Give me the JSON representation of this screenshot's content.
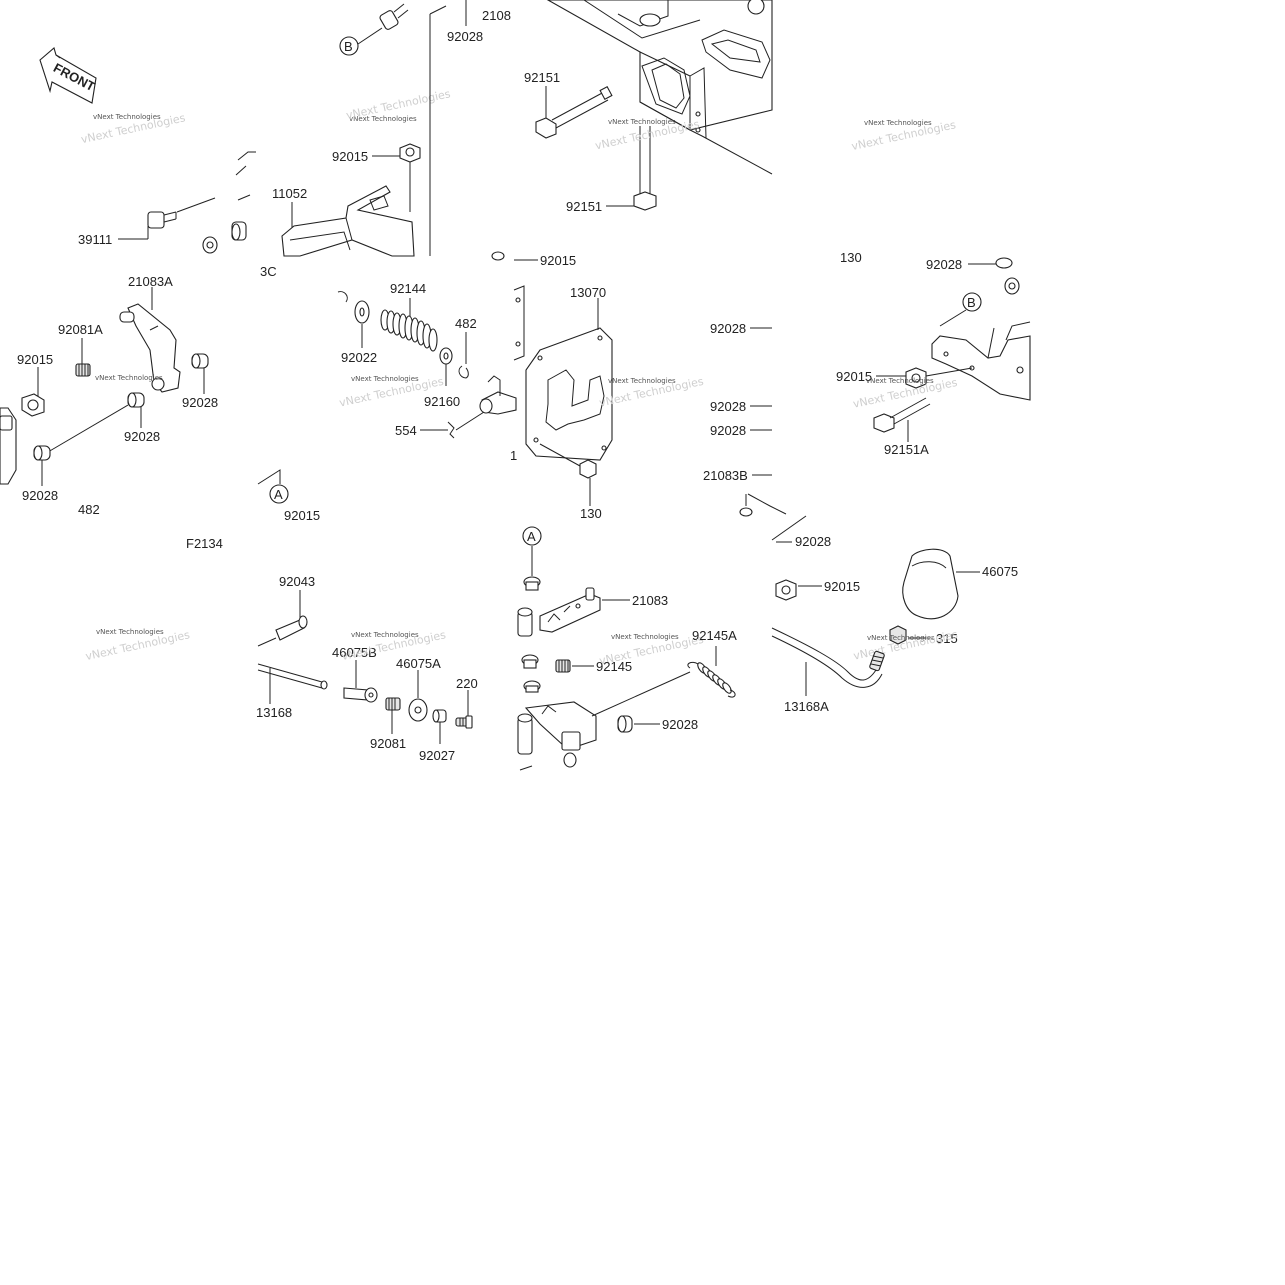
{
  "diagram": {
    "figure_code": "F2134",
    "front_label": "FRONT",
    "watermark": "vNext Technologies",
    "callouts": {
      "A": "A",
      "B": "B"
    },
    "part_labels": {
      "p92028_top": "92028",
      "p2108_top": "2108",
      "p92151_a": "92151",
      "p92151_b": "92151",
      "p92015_a": "92015",
      "p11052": "11052",
      "p39111": "39111",
      "p13c": "3C",
      "p92015_b": "92015",
      "p130_top": "130",
      "p92028_r1": "92028",
      "p21083a": "21083A",
      "p92081a": "92081A",
      "p92015_c": "92015",
      "p92028_l1": "92028",
      "p92028_l2": "92028",
      "p92028_l3": "92028",
      "p482_l": "482",
      "p92144": "92144",
      "p92022": "92022",
      "p482_m": "482",
      "p92160": "92160",
      "p554": "554",
      "p13070": "13070",
      "p130_bot": "130",
      "p92028_m1": "92028",
      "p92028_m2": "92028",
      "p92028_m3": "92028",
      "p21083b": "21083B",
      "p92015_d": "92015",
      "p92151a": "92151A",
      "p92015_e": "92015",
      "p92028_b1": "92028",
      "p21083": "21083",
      "p92043": "92043",
      "p46075b": "46075B",
      "p46075a": "46075A",
      "p220": "220",
      "p13168": "13168",
      "p92081": "92081",
      "p92027": "92027",
      "p92145": "92145",
      "p92145a": "92145A",
      "p92028_b2": "92028",
      "p92015_f": "92015",
      "p46075": "46075",
      "p315": "315",
      "p13168a": "13168A",
      "p1_frag": "1"
    }
  }
}
